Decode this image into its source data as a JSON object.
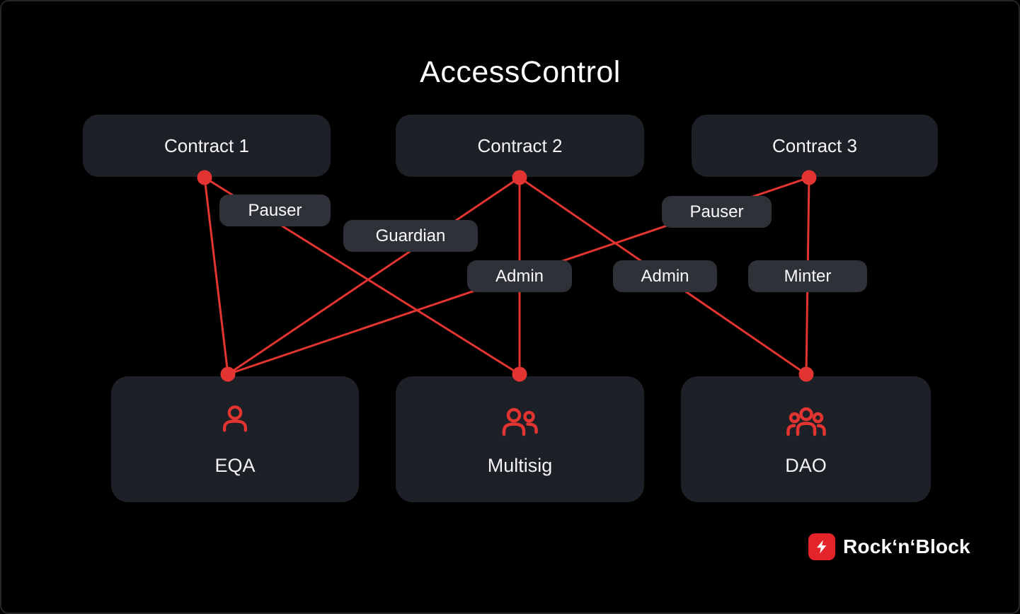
{
  "title": "AccessControl",
  "contracts": [
    {
      "label": "Contract 1"
    },
    {
      "label": "Contract 2"
    },
    {
      "label": "Contract 3"
    }
  ],
  "roles": [
    {
      "label": "Pauser"
    },
    {
      "label": "Guardian"
    },
    {
      "label": "Admin"
    },
    {
      "label": "Admin"
    },
    {
      "label": "Pauser"
    },
    {
      "label": "Minter"
    }
  ],
  "entities": [
    {
      "label": "EQA",
      "icon": "person-icon"
    },
    {
      "label": "Multisig",
      "icon": "people-pair-icon"
    },
    {
      "label": "DAO",
      "icon": "people-group-icon"
    }
  ],
  "edges": [
    {
      "from": "Contract 1",
      "to": "EQA",
      "role": ""
    },
    {
      "from": "Contract 1",
      "to": "Multisig",
      "role": "Pauser"
    },
    {
      "from": "Contract 2",
      "to": "EQA",
      "role": "Guardian"
    },
    {
      "from": "Contract 2",
      "to": "Multisig",
      "role": "Admin"
    },
    {
      "from": "Contract 2",
      "to": "DAO",
      "role": "Admin"
    },
    {
      "from": "Contract 3",
      "to": "EQA",
      "role": "Pauser"
    },
    {
      "from": "Contract 3",
      "to": "DAO",
      "role": "Minter"
    }
  ],
  "logo": {
    "text": "Rock‘n‘Block",
    "icon": "lightning-icon"
  },
  "colors": {
    "background": "#000000",
    "card": "#1d2026",
    "pill": "#2e3137",
    "accent": "#e23430",
    "text": "#f5f5f7",
    "logo_badge": "#e3242b"
  }
}
